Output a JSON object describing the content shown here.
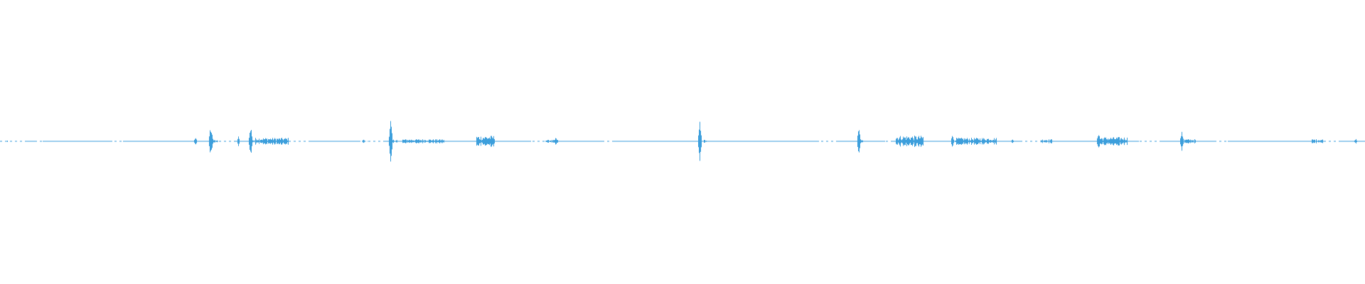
{
  "waveform": {
    "color": "#3d9fdc",
    "background": "#ffffff",
    "samples": 1920,
    "max_amplitude": 1.0,
    "events": [
      {
        "center": 0.0055,
        "width": 0.002,
        "amp": 0.02,
        "kind": "dot"
      },
      {
        "center": 0.143,
        "width": 0.0015,
        "amp": 0.06,
        "kind": "spike"
      },
      {
        "center": 0.154,
        "width": 0.002,
        "amp": 0.22,
        "kind": "spike"
      },
      {
        "center": 0.1545,
        "width": 0.002,
        "amp": 0.18,
        "kind": "spike"
      },
      {
        "center": 0.1745,
        "width": 0.0015,
        "amp": 0.07,
        "kind": "spike"
      },
      {
        "center": 0.1835,
        "width": 0.002,
        "amp": 0.25,
        "kind": "spike"
      },
      {
        "center": 0.199,
        "width": 0.024,
        "amp": 0.05,
        "kind": "noise"
      },
      {
        "center": 0.266,
        "width": 0.0015,
        "amp": 0.03,
        "kind": "spike"
      },
      {
        "center": 0.286,
        "width": 0.002,
        "amp": 0.32,
        "kind": "spike"
      },
      {
        "center": 0.31,
        "width": 0.03,
        "amp": 0.03,
        "kind": "noise"
      },
      {
        "center": 0.3555,
        "width": 0.013,
        "amp": 0.08,
        "kind": "noise"
      },
      {
        "center": 0.404,
        "width": 0.009,
        "amp": 0.02,
        "kind": "noise"
      },
      {
        "center": 0.407,
        "width": 0.0015,
        "amp": 0.06,
        "kind": "spike"
      },
      {
        "center": 0.5125,
        "width": 0.002,
        "amp": 0.28,
        "kind": "spike"
      },
      {
        "center": 0.629,
        "width": 0.002,
        "amp": 0.2,
        "kind": "spike"
      },
      {
        "center": 0.666,
        "width": 0.02,
        "amp": 0.08,
        "kind": "noise"
      },
      {
        "center": 0.6975,
        "width": 0.0015,
        "amp": 0.1,
        "kind": "spike"
      },
      {
        "center": 0.7145,
        "width": 0.03,
        "amp": 0.05,
        "kind": "noise"
      },
      {
        "center": 0.7415,
        "width": 0.0015,
        "amp": 0.03,
        "kind": "spike"
      },
      {
        "center": 0.7665,
        "width": 0.008,
        "amp": 0.03,
        "kind": "noise"
      },
      {
        "center": 0.8045,
        "width": 0.002,
        "amp": 0.14,
        "kind": "spike"
      },
      {
        "center": 0.8155,
        "width": 0.02,
        "amp": 0.06,
        "kind": "noise"
      },
      {
        "center": 0.8655,
        "width": 0.002,
        "amp": 0.16,
        "kind": "spike"
      },
      {
        "center": 0.8715,
        "width": 0.008,
        "amp": 0.03,
        "kind": "noise"
      },
      {
        "center": 0.965,
        "width": 0.008,
        "amp": 0.03,
        "kind": "noise"
      },
      {
        "center": 0.993,
        "width": 0.0015,
        "amp": 0.04,
        "kind": "spike"
      }
    ],
    "gaps": [
      [
        0.0,
        0.018
      ],
      [
        0.027,
        0.031
      ],
      [
        0.082,
        0.09
      ],
      [
        0.157,
        0.171
      ],
      [
        0.211,
        0.226
      ],
      [
        0.262,
        0.282
      ],
      [
        0.389,
        0.399
      ],
      [
        0.442,
        0.448
      ],
      [
        0.6,
        0.614
      ],
      [
        0.648,
        0.654
      ],
      [
        0.748,
        0.764
      ],
      [
        0.834,
        0.851
      ],
      [
        0.89,
        0.899
      ],
      [
        0.97,
        0.981
      ]
    ]
  }
}
